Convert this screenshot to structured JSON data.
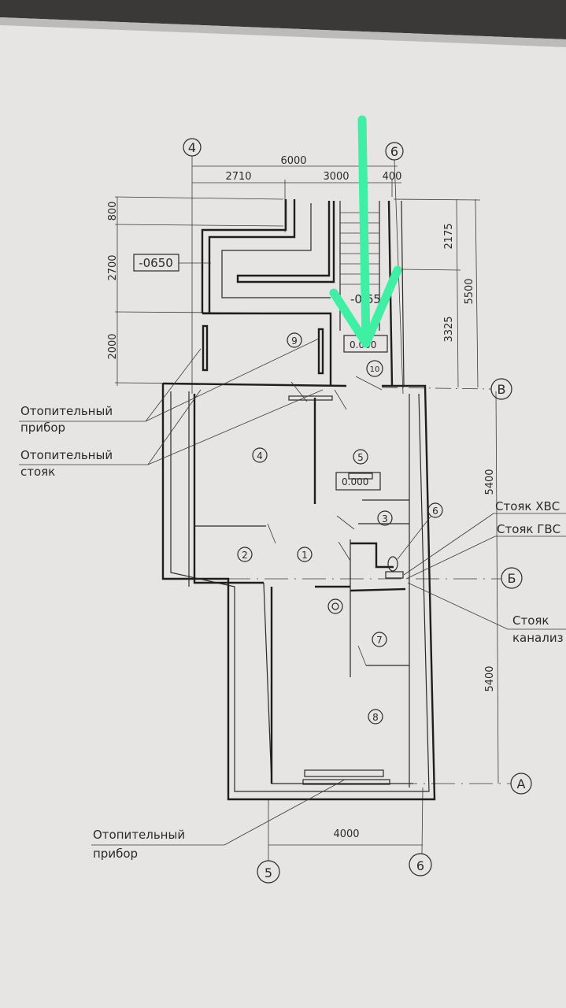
{
  "axes": {
    "top_left": "4",
    "top_right": "6",
    "bottom_left": "5",
    "bottom_right": "6",
    "right_v": "В",
    "right_b": "Б",
    "right_a": "А"
  },
  "dimensions": {
    "top_total": "6000",
    "top_a": "2710",
    "top_b": "3000",
    "top_c": "400",
    "left_a": "800",
    "left_b": "2700",
    "left_c": "2000",
    "right_a": "2175",
    "right_b": "5500",
    "right_c": "3325",
    "right_d": "5400",
    "right_e": "5400",
    "bottom": "4000"
  },
  "levels": {
    "stair_left": "-0650",
    "stair_right": "-0.650",
    "landing": "0.000",
    "room5": "0.000"
  },
  "rooms": [
    "1",
    "2",
    "3",
    "4",
    "5",
    "6",
    "7",
    "8",
    "9",
    "10"
  ],
  "annotations": {
    "heater_top_1": "Отопительный",
    "heater_top_2": "прибор",
    "riser_1": "Отопительный",
    "riser_2": "стояк",
    "cold_water": "Стояк ХВС",
    "hot_water": "Стояк ГВС",
    "sewer_1": "Стояк",
    "sewer_2": "канализ",
    "heater_bottom_1": "Отопительный",
    "heater_bottom_2": "прибор"
  },
  "colors": {
    "paper": "#e9e8e6",
    "ink": "#2a2a2a",
    "arrow": "#3ff0a4"
  }
}
